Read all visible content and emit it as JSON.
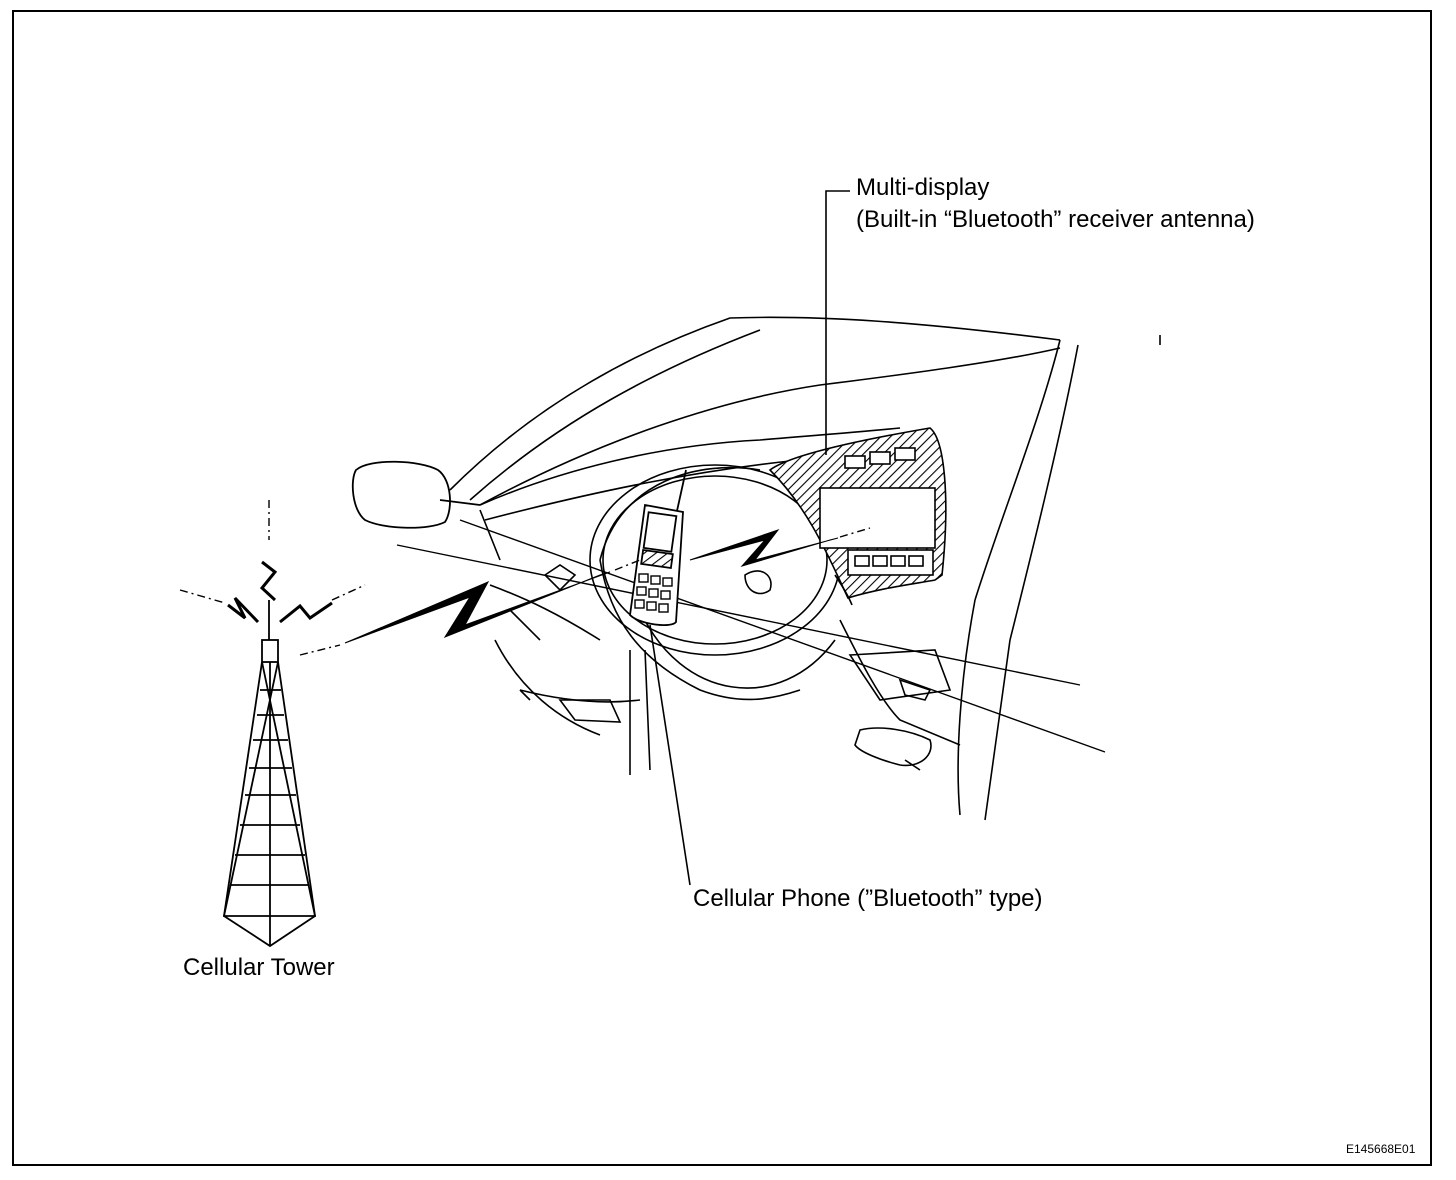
{
  "labels": {
    "multi_display_line1": "Multi-display",
    "multi_display_line2": "(Built-in “Bluetooth” receiver antenna)",
    "cellular_phone": "Cellular Phone (”Bluetooth” type)",
    "cellular_tower": "Cellular Tower"
  },
  "figure_code": "E145668E01"
}
